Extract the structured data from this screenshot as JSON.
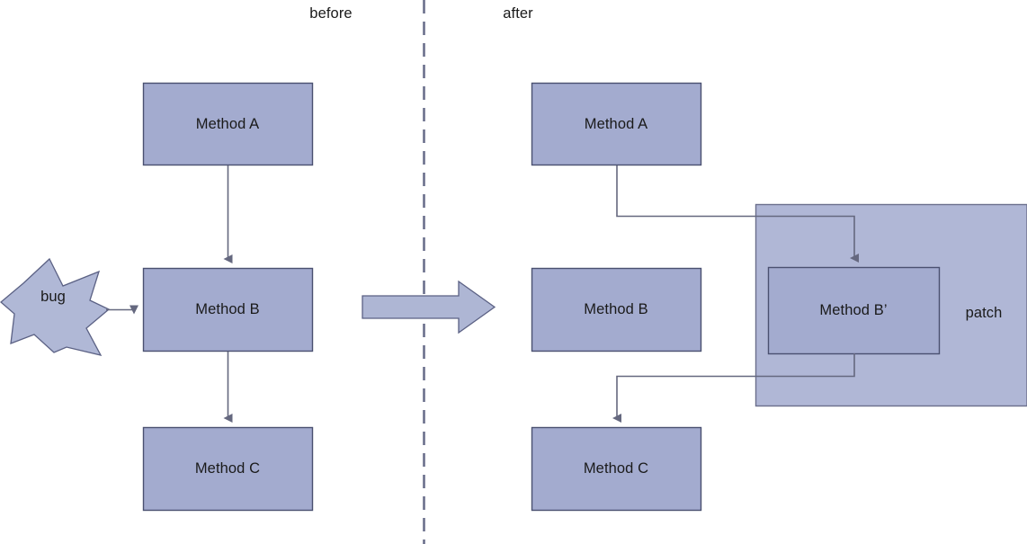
{
  "diagram": {
    "title_left": "before",
    "title_right": "after",
    "colors": {
      "box_fill": "#a3abcf",
      "box_stroke": "#4a5070",
      "patch_fill": "#b0b7d6",
      "patch_stroke": "#6b6f8c",
      "connector": "#65687f",
      "divider": "#6b6f8c",
      "big_arrow_fill": "#aeb6d4",
      "big_arrow_stroke": "#5b6184",
      "bug_fill": "#b0b8d6",
      "bug_stroke": "#5b6184",
      "text": "#1a1a1a"
    },
    "before": {
      "nodes": [
        {
          "id": "a",
          "label": "Method A"
        },
        {
          "id": "b",
          "label": "Method B"
        },
        {
          "id": "c",
          "label": "Method C"
        }
      ],
      "bug": {
        "label": "bug"
      },
      "edges": [
        {
          "from": "a",
          "to": "b"
        },
        {
          "from": "b",
          "to": "c"
        },
        {
          "from": "bug",
          "to": "b"
        }
      ]
    },
    "transition": {
      "icon": "right-arrow-icon"
    },
    "after": {
      "nodes": [
        {
          "id": "a2",
          "label": "Method A"
        },
        {
          "id": "b2",
          "label": "Method B"
        },
        {
          "id": "c2",
          "label": "Method C"
        },
        {
          "id": "bprime",
          "label": "Method B’"
        }
      ],
      "patch": {
        "label": "patch"
      },
      "edges": [
        {
          "from": "a2",
          "to": "bprime"
        },
        {
          "from": "bprime",
          "to": "c2"
        }
      ]
    }
  }
}
